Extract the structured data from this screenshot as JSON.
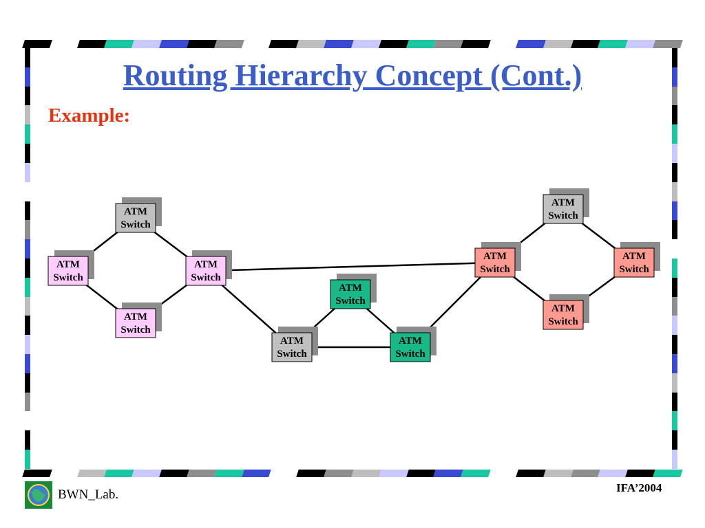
{
  "slide": {
    "title": "Routing Hierarchy Concept (Cont.)",
    "subtitle": "Example:"
  },
  "footer": {
    "left": "BWN_Lab.",
    "right": "IFA’2004"
  },
  "colors": {
    "title": "#3b5dc9",
    "subtitle": "#e63312",
    "pink_group": "#ffccff",
    "gray_group": "#c0c0c0",
    "green_group": "#18b888",
    "red_group": "#ff9a90",
    "shadow": "#8c8c8c",
    "link": "#000000"
  },
  "border_palette": [
    "#000000",
    "#3a49d1",
    "#c9c9ff",
    "#19c8a0",
    "#8e8e8e",
    "#bdbdbd",
    "#ffffff"
  ],
  "diagram": {
    "node_text": [
      "ATM",
      "Switch"
    ],
    "nodes": [
      {
        "id": "L-left",
        "group": "pink_group"
      },
      {
        "id": "L-top",
        "group": "gray_group"
      },
      {
        "id": "L-bottom",
        "group": "pink_group"
      },
      {
        "id": "L-right",
        "group": "pink_group"
      },
      {
        "id": "M-gray",
        "group": "gray_group"
      },
      {
        "id": "M-top",
        "group": "green_group"
      },
      {
        "id": "M-right",
        "group": "green_group"
      },
      {
        "id": "R-left",
        "group": "red_group"
      },
      {
        "id": "R-top",
        "group": "gray_group"
      },
      {
        "id": "R-bottom",
        "group": "red_group"
      },
      {
        "id": "R-right",
        "group": "red_group"
      }
    ],
    "links": [
      [
        "L-left",
        "L-top"
      ],
      [
        "L-left",
        "L-bottom"
      ],
      [
        "L-top",
        "L-right"
      ],
      [
        "L-bottom",
        "L-right"
      ],
      [
        "L-right",
        "M-gray"
      ],
      [
        "L-right",
        "R-left"
      ],
      [
        "M-gray",
        "M-top"
      ],
      [
        "M-gray",
        "M-right"
      ],
      [
        "M-top",
        "M-right"
      ],
      [
        "M-right",
        "R-left"
      ],
      [
        "R-left",
        "R-top"
      ],
      [
        "R-left",
        "R-bottom"
      ],
      [
        "R-top",
        "R-right"
      ],
      [
        "R-bottom",
        "R-right"
      ]
    ]
  }
}
